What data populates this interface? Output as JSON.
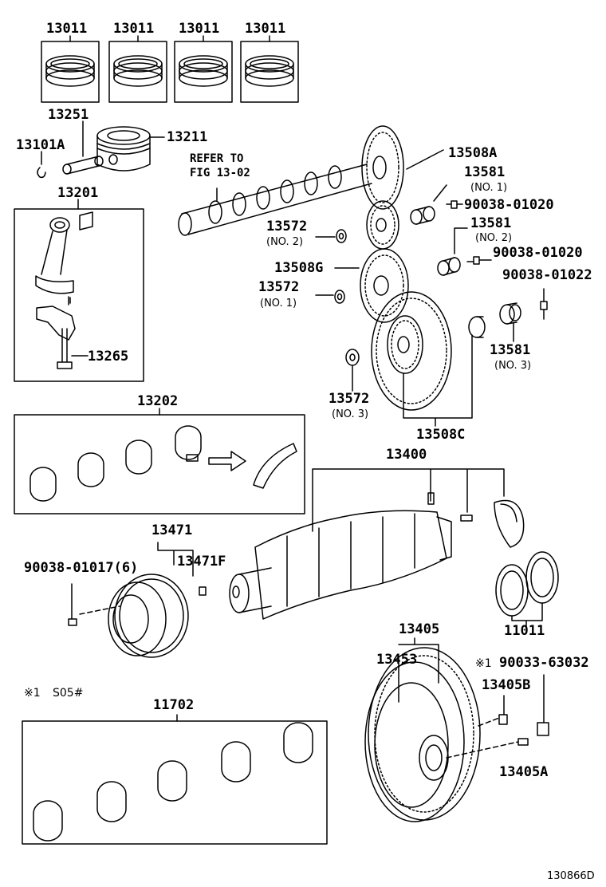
{
  "labels": {
    "ring1": "13011",
    "ring2": "13011",
    "ring3": "13011",
    "ring4": "13011",
    "pin": "13251",
    "piston": "13211",
    "snap_ring": "13101A",
    "conrod": "13201",
    "conrod_bolt": "13265",
    "refer_line1": "REFER TO",
    "refer_line2": "FIG 13-02",
    "cam_gear_a": "13508A",
    "bush_no1": "13581",
    "bush_no1_sub": "(NO. 1)",
    "bolt_a": "90038-01020",
    "thrust_no2": "13572",
    "thrust_no2_sub": "(NO. 2)",
    "bush_no2": "13581",
    "bush_no2_sub": "(NO. 2)",
    "bolt_b": "90038-01020",
    "cam_gear_g": "13508G",
    "thrust_no1": "13572",
    "thrust_no1_sub": "(NO. 1)",
    "bolt_c": "90038-01022",
    "bush_no3": "13581",
    "bush_no3_sub": "(NO. 3)",
    "thrust_no3": "13572",
    "thrust_no3_sub": "(NO. 3)",
    "cam_gear_c": "13508C",
    "rod_bearings": "13202",
    "crankshaft": "13400",
    "pulley": "13471",
    "pulley_bolt": "90038-01017(6)",
    "pulley_key": "13471F",
    "thrust_washers": "11011",
    "flywheel": "13405",
    "ring_gear": "13453",
    "bolt_d": "90033-63032",
    "bolt_d_mark": "※1",
    "fw_bolt": "13405B",
    "fw_pin": "13405A",
    "footnote_mark": "※1",
    "footnote_text": "S05#",
    "main_bearings": "11702",
    "figure_id": "130866D"
  }
}
